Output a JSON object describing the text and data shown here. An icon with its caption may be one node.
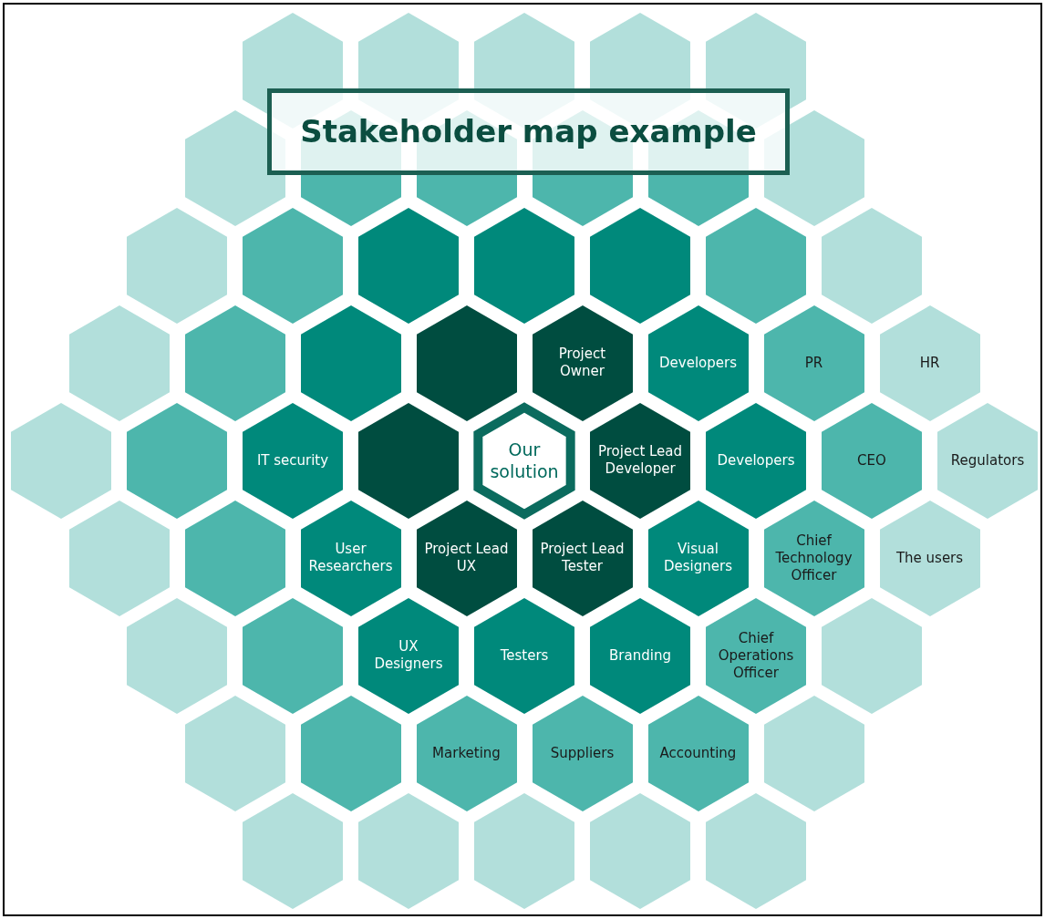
{
  "diagram": {
    "title": "Stakeholder map example",
    "nodes": [
      {
        "text": [],
        "shape": "hexagon"
      },
      {
        "text": [],
        "shape": "hexagon"
      },
      {
        "text": [],
        "shape": "hexagon"
      },
      {
        "text": [],
        "shape": "hexagon"
      },
      {
        "text": [],
        "shape": "hexagon"
      },
      {
        "text": [],
        "shape": "hexagon"
      },
      {
        "text": [],
        "shape": "hexagon"
      },
      {
        "text": [],
        "shape": "hexagon"
      },
      {
        "text": [],
        "shape": "hexagon"
      },
      {
        "text": [],
        "shape": "hexagon"
      },
      {
        "text": [],
        "shape": "hexagon"
      },
      {
        "text": [],
        "shape": "hexagon"
      },
      {
        "text": [],
        "shape": "hexagon"
      },
      {
        "text": [],
        "shape": "hexagon"
      },
      {
        "text": [],
        "shape": "hexagon"
      },
      {
        "text": [],
        "shape": "hexagon"
      },
      {
        "text": [],
        "shape": "hexagon"
      },
      {
        "text": [],
        "shape": "hexagon"
      },
      {
        "text": [],
        "shape": "hexagon"
      },
      {
        "text": [],
        "shape": "hexagon"
      },
      {
        "text": [],
        "shape": "hexagon"
      },
      {
        "text": [],
        "shape": "hexagon"
      },
      {
        "text": [
          "Project Owner"
        ]
      },
      {
        "text": [
          "Developers"
        ]
      },
      {
        "text": [
          "PR"
        ]
      },
      {
        "text": [
          "HR"
        ]
      },
      {
        "text": [],
        "shape": "hexagon"
      },
      {
        "text": [],
        "shape": "hexagon"
      },
      {
        "text": [
          "IT security"
        ]
      },
      {
        "text": [],
        "shape": "hexagon"
      },
      {
        "text": [
          "Our solution"
        ]
      },
      {
        "text": [
          "Project Lead Developer"
        ]
      },
      {
        "text": [
          "Developers"
        ]
      },
      {
        "text": [
          "CEO"
        ]
      },
      {
        "text": [
          "Regulators"
        ]
      },
      {
        "text": [],
        "shape": "hexagon"
      },
      {
        "text": [],
        "shape": "hexagon"
      },
      {
        "text": [
          "User Researchers"
        ]
      },
      {
        "text": [
          "Project Lead UX"
        ]
      },
      {
        "text": [
          "Project Lead Tester"
        ]
      },
      {
        "text": [
          "Visual Designers"
        ]
      },
      {
        "text": [
          "Chief Technology Officer"
        ]
      },
      {
        "text": [
          "The users"
        ]
      },
      {
        "text": [],
        "shape": "hexagon"
      },
      {
        "text": [],
        "shape": "hexagon"
      },
      {
        "text": [
          "UX Designers"
        ]
      },
      {
        "text": [
          "Testers"
        ]
      },
      {
        "text": [
          "Branding"
        ]
      },
      {
        "text": [
          "Chief Operations Officer"
        ]
      },
      {
        "text": [],
        "shape": "hexagon"
      },
      {
        "text": [],
        "shape": "hexagon"
      },
      {
        "text": [],
        "shape": "hexagon"
      },
      {
        "text": [
          "Marketing"
        ]
      },
      {
        "text": [
          "Suppliers"
        ]
      },
      {
        "text": [
          "Accounting"
        ]
      },
      {
        "text": [],
        "shape": "hexagon"
      },
      {
        "text": [],
        "shape": "hexagon"
      },
      {
        "text": [],
        "shape": "hexagon"
      },
      {
        "text": [],
        "shape": "hexagon"
      },
      {
        "text": [],
        "shape": "hexagon"
      },
      {
        "text": [],
        "shape": "hexagon"
      }
    ]
  }
}
